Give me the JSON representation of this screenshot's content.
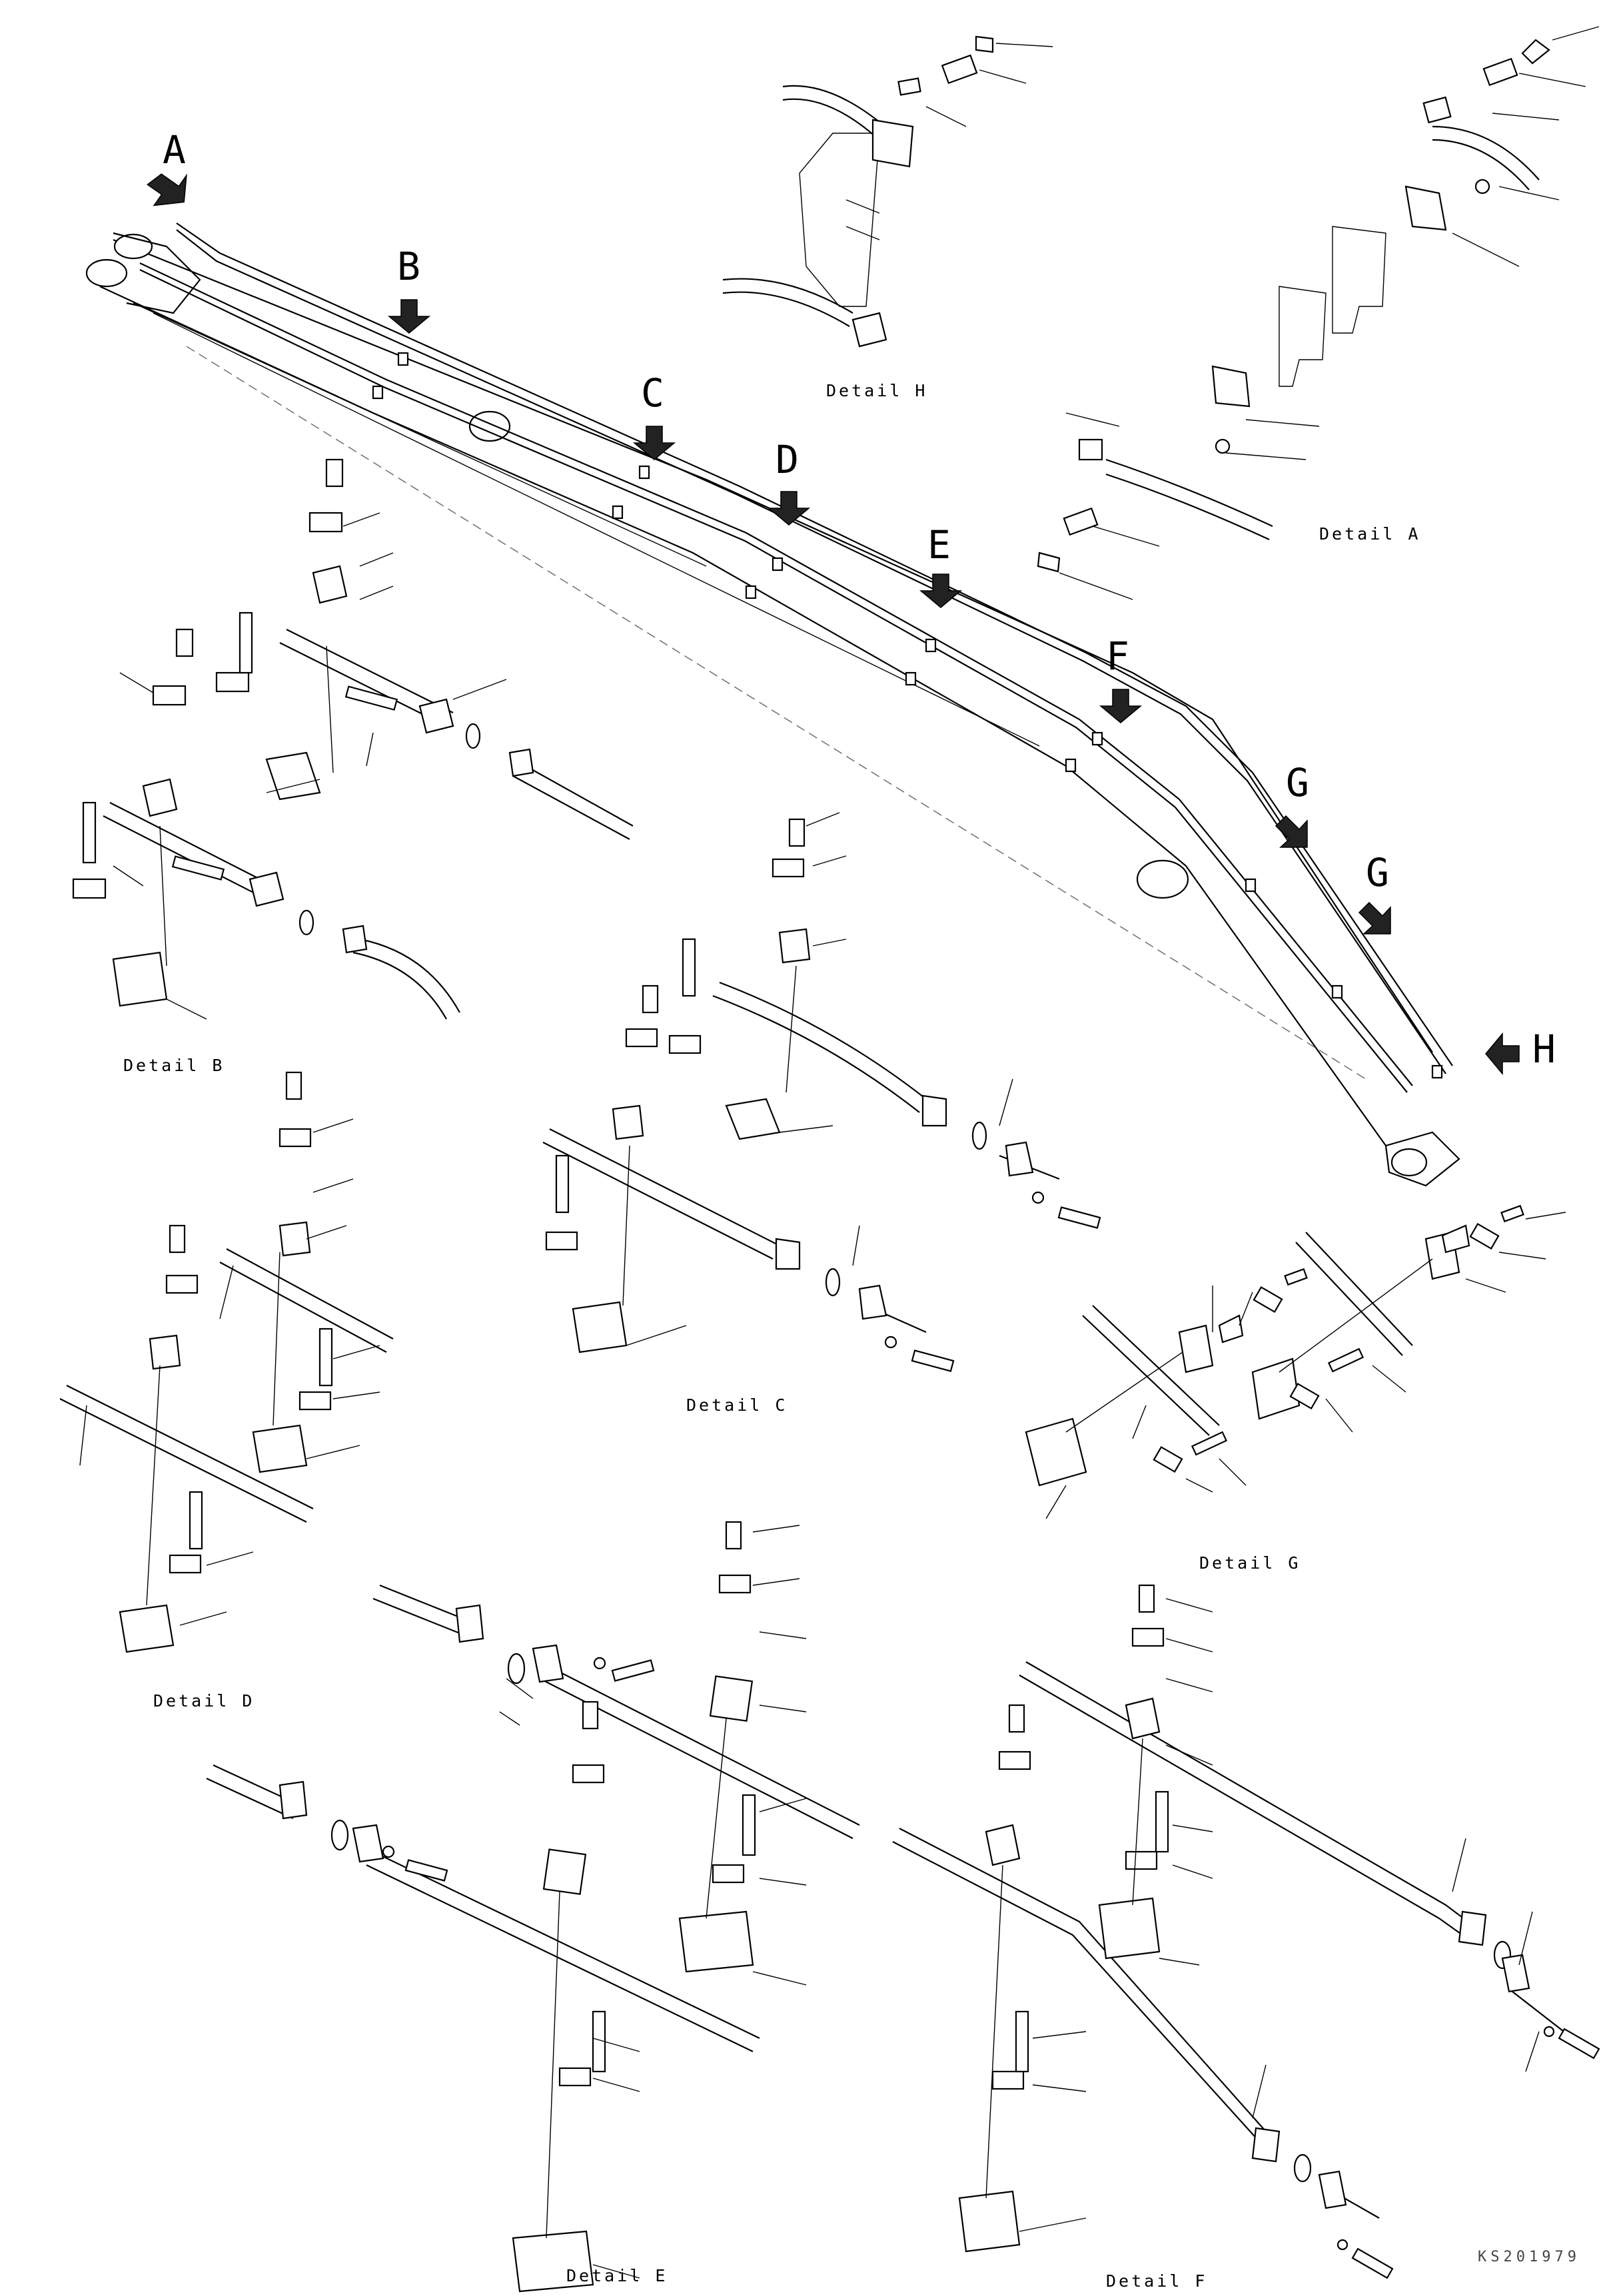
{
  "callouts": {
    "A": "A",
    "B": "B",
    "C": "C",
    "D": "D",
    "E": "E",
    "F": "F",
    "G1": "G",
    "G2": "G",
    "H": "H"
  },
  "details": {
    "a": "Detail A",
    "b": "Detail B",
    "c": "Detail C",
    "d": "Detail D",
    "e": "Detail E",
    "f": "Detail F",
    "g": "Detail G",
    "h": "Detail H"
  },
  "drawing_code": "KS201979"
}
